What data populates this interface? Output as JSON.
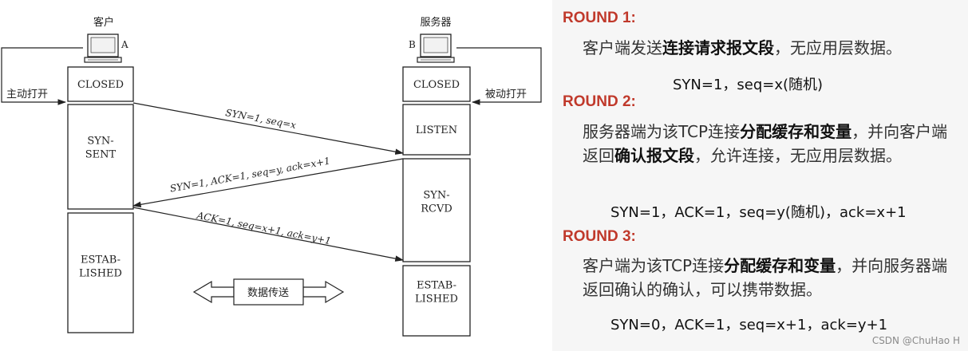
{
  "diagram": {
    "client_label": "客户",
    "server_label": "服务器",
    "client_letter": "A",
    "server_letter": "B",
    "active_open": "主动打开",
    "passive_open": "被动打开",
    "client_states": [
      "CLOSED",
      "SYN-\nSENT",
      "ESTAB-\nLISHED"
    ],
    "server_states": [
      "CLOSED",
      "LISTEN",
      "SYN-\nRCVD",
      "ESTAB-\nLISHED"
    ],
    "messages": [
      "SYN=1, seq=x",
      "SYN=1, ACK=1, seq=y, ack=x+1",
      "ACK=1, seq=x+1, ack=y+1"
    ],
    "data_transfer": "数据传送"
  },
  "rounds": [
    {
      "title": "ROUND 1:",
      "text_parts": [
        {
          "t": "客户端发送",
          "b": false
        },
        {
          "t": "连接请求报文段",
          "b": true
        },
        {
          "t": "，无应用层数据。",
          "b": false
        }
      ],
      "formula": "SYN=1，seq=x(随机)"
    },
    {
      "title": "ROUND 2:",
      "text_parts": [
        {
          "t": "服务器端为该TCP连接",
          "b": false
        },
        {
          "t": "分配缓存和变量",
          "b": true
        },
        {
          "t": "，并向客户端返回",
          "b": false
        },
        {
          "t": "确认报文段",
          "b": true
        },
        {
          "t": "，允许连接，无应用层数据。",
          "b": false
        }
      ],
      "formula": "SYN=1，ACK=1，seq=y(随机)，ack=x+1"
    },
    {
      "title": "ROUND 3:",
      "text_parts": [
        {
          "t": "客户端为该TCP连接",
          "b": false
        },
        {
          "t": "分配缓存和变量",
          "b": true
        },
        {
          "t": "，并向服务器端返回确认的确认，可以携带数据。",
          "b": false
        }
      ],
      "formula": "SYN=0，ACK=1，seq=x+1，ack=y+1"
    }
  ],
  "watermark": "CSDN @ChuHao H"
}
